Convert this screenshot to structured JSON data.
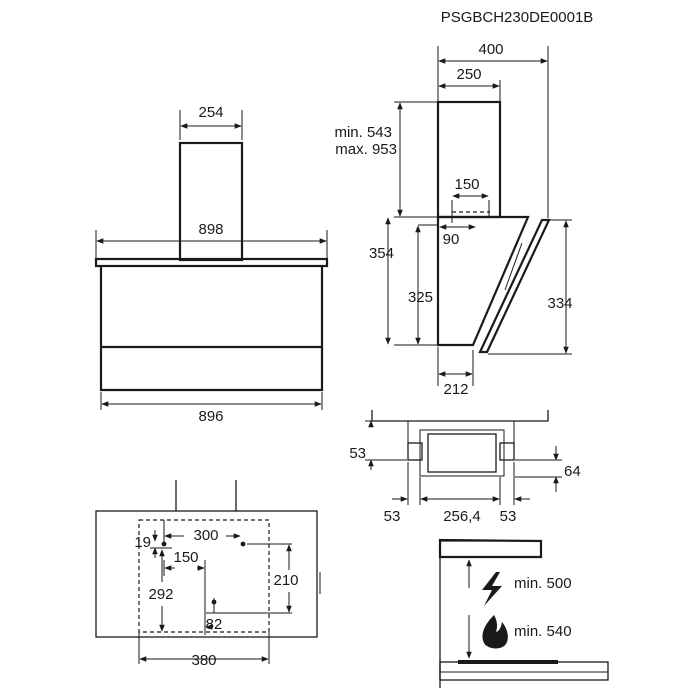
{
  "code": "PSGBCH230DE0001B",
  "front_view": {
    "chimney_width": "254",
    "top_width": "898",
    "bottom_width": "896"
  },
  "side_view": {
    "total_depth": "400",
    "chimney_depth": "250",
    "chimney_height_min": "min. 543",
    "chimney_height_max": "max. 953",
    "outlet_offset": "150",
    "outlet_depth": "90",
    "hood_height_total": "354",
    "hood_height_panel": "325",
    "hood_height_right": "334",
    "bottom_depth": "212"
  },
  "bracket_view": {
    "left_height": "53",
    "right_height": "64",
    "left_spacing": "53",
    "center_spacing": "256,4",
    "right_spacing": "53"
  },
  "wall_view": {
    "dim_19": "19",
    "dim_300": "300",
    "dim_150": "150",
    "dim_292": "292",
    "dim_210": "210",
    "dim_82": "82",
    "dim_380": "380"
  },
  "clearance": {
    "electric_label": "min. 500",
    "gas_label": "min. 540",
    "electric_icon": "lightning-icon",
    "gas_icon": "flame-icon"
  }
}
